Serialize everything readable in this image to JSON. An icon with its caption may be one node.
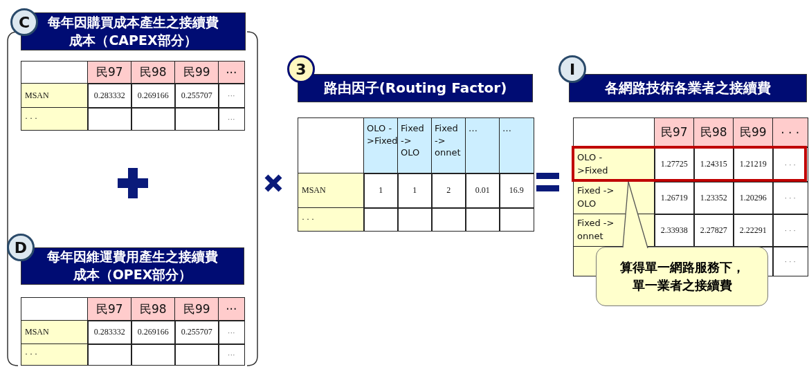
{
  "diagram": {
    "nodes": [
      {
        "text": [
          "C"
        ]
      },
      {
        "text": [
          "每年因購買成本產生之接續費成本（CAPEX部分）"
        ]
      },
      {
        "text": [
          "D"
        ]
      },
      {
        "text": [
          "每年因維運費用產生之接續費成本（OPEX部分）"
        ]
      },
      {
        "text": [
          "3"
        ]
      },
      {
        "text": [
          "路由因子(Routing Factor)"
        ]
      },
      {
        "text": [
          "I"
        ]
      },
      {
        "text": [
          "各網路技術各業者之接續費"
        ]
      },
      {
        "text": [],
        "shape": "box"
      },
      {
        "text": [
          "算得單一網路服務下，單一業者之接續費"
        ]
      }
    ],
    "edges": [
      {
        "from": 9,
        "to": 8,
        "arrow": "none"
      }
    ],
    "labels": [
      "民97",
      "民98",
      "民99",
      "···",
      "MSAN",
      "0.283332",
      "0.269166",
      "0.255707",
      "···",
      "· · ·",
      "···",
      "民97",
      "民98",
      "民99",
      "···",
      "MSAN",
      "0.283332",
      "0.269166",
      "0.255707",
      "···",
      "· · ·",
      "···",
      "OLO ->Fixed",
      "Fixed -> OLO",
      "Fixed -> onnet",
      "…",
      "…",
      "MSAN",
      "1",
      "1",
      "2",
      "0.01",
      "16.9",
      "· · ·",
      "民97",
      "民98",
      "民99",
      "· · ·",
      "OLO ->Fixed",
      "1.27725",
      "1.24315",
      "1.21219",
      "· · ·",
      "Fixed -> OLO",
      "1.26719",
      "1.23352",
      "1.20296",
      "· · ·",
      "Fixed -> onnet",
      "2.33938",
      "2.27827",
      "2.22291",
      "· · ·",
      "· · ·"
    ]
  }
}
